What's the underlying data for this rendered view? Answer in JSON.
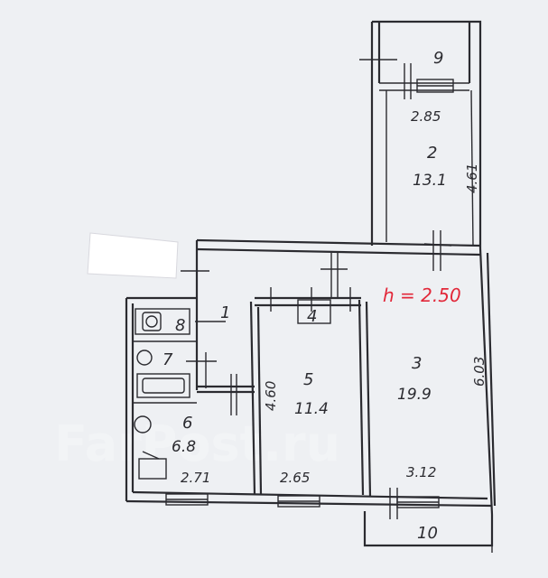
{
  "plan": {
    "ceiling_height": "h = 2.50",
    "watermark": "FarPost.ru",
    "rooms": [
      {
        "id": "9",
        "label": "9"
      },
      {
        "id": "2",
        "label": "2",
        "area": "13.1",
        "dim_width": "2.85",
        "dim_length": "4.61"
      },
      {
        "id": "1",
        "label": "1"
      },
      {
        "id": "8",
        "label": "8"
      },
      {
        "id": "7",
        "label": "7"
      },
      {
        "id": "4",
        "label": "4"
      },
      {
        "id": "5",
        "label": "5",
        "area": "11.4",
        "dim_width": "2.65",
        "dim_length": "4.60"
      },
      {
        "id": "3",
        "label": "3",
        "area": "19.9",
        "dim_width": "3.12",
        "dim_length": "6.03"
      },
      {
        "id": "6",
        "label": "6",
        "area": "6.8",
        "dim_width": "2.71"
      },
      {
        "id": "10",
        "label": "10"
      }
    ],
    "colors": {
      "ink": "#2b2b30",
      "annotation": "#e2283a",
      "paper": "#eef0f3"
    }
  }
}
